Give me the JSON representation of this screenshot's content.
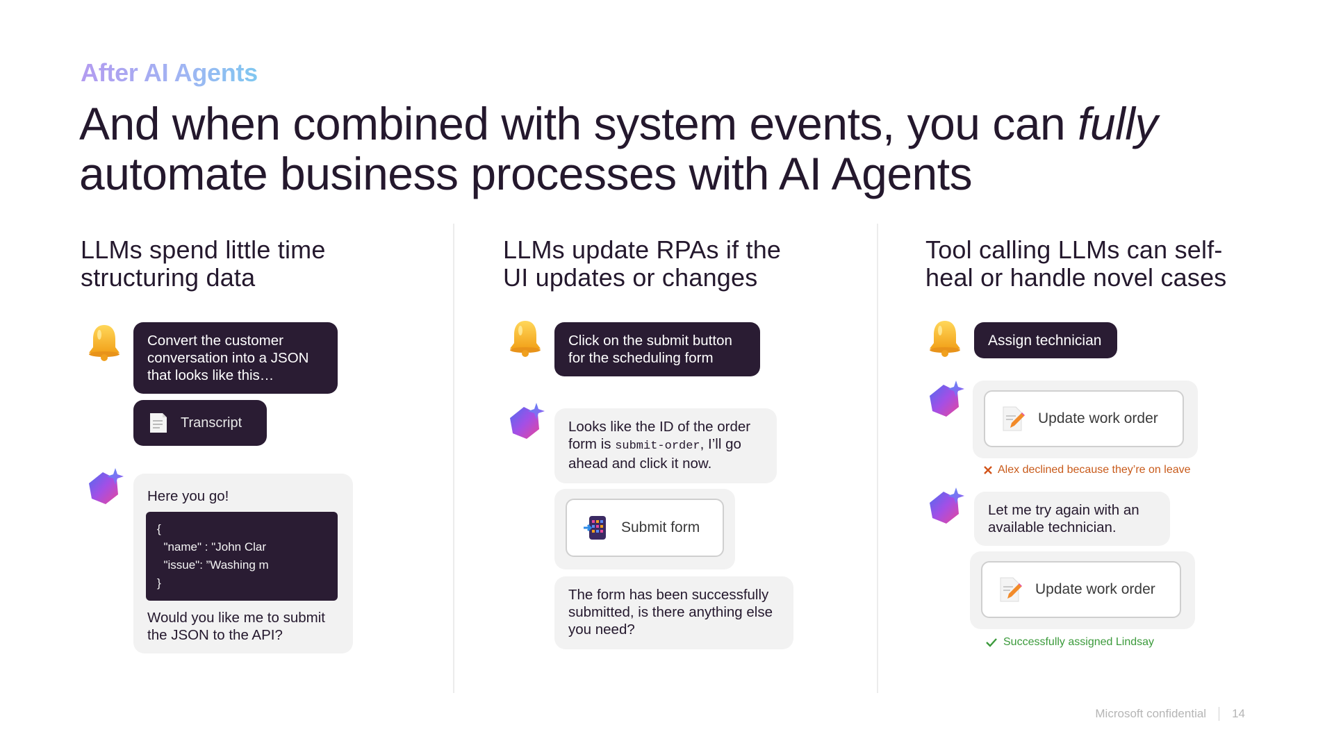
{
  "eyebrow": "After AI Agents",
  "headline": {
    "part1": "And when combined with system events, you can ",
    "emphasis": "fully",
    "part2": "automate business processes with AI Agents"
  },
  "columns": [
    {
      "title": "LLMs spend little time structuring data",
      "prompt": "Convert the customer conversation into a JSON that looks like this…",
      "attachment": "Transcript",
      "reply_intro": "Here you go!",
      "code_lines": [
        "{",
        "  \"name\" : \"John Clar",
        "  \"issue\": ”Washing m",
        "}"
      ],
      "reply_outro": "Would you like me to submit the JSON to the API?"
    },
    {
      "title": "LLMs update RPAs if the UI updates or changes",
      "prompt": "Click on the submit button for the scheduling form",
      "reply_pre": "Looks like the ID of the order form is ",
      "reply_code": "submit-order",
      "reply_post": ", I’ll go ahead and click it now.",
      "button": "Submit form",
      "final": "The form has been successfully submitted, is there anything else you need?"
    },
    {
      "title": "Tool calling LLMs can self-heal or handle novel cases",
      "prompt": "Assign technician",
      "button1": "Update work order",
      "error": "Alex declined because they’re on leave",
      "retry": "Let me try again with an available technician.",
      "button2": "Update work order",
      "success": "Successfully assigned Lindsay"
    }
  ],
  "footer": {
    "confidential": "Microsoft confidential",
    "page": "14"
  },
  "icons": [
    "bell-icon",
    "ai-agent-icon",
    "document-icon",
    "form-icon",
    "edit-document-icon",
    "x-icon",
    "check-icon"
  ]
}
